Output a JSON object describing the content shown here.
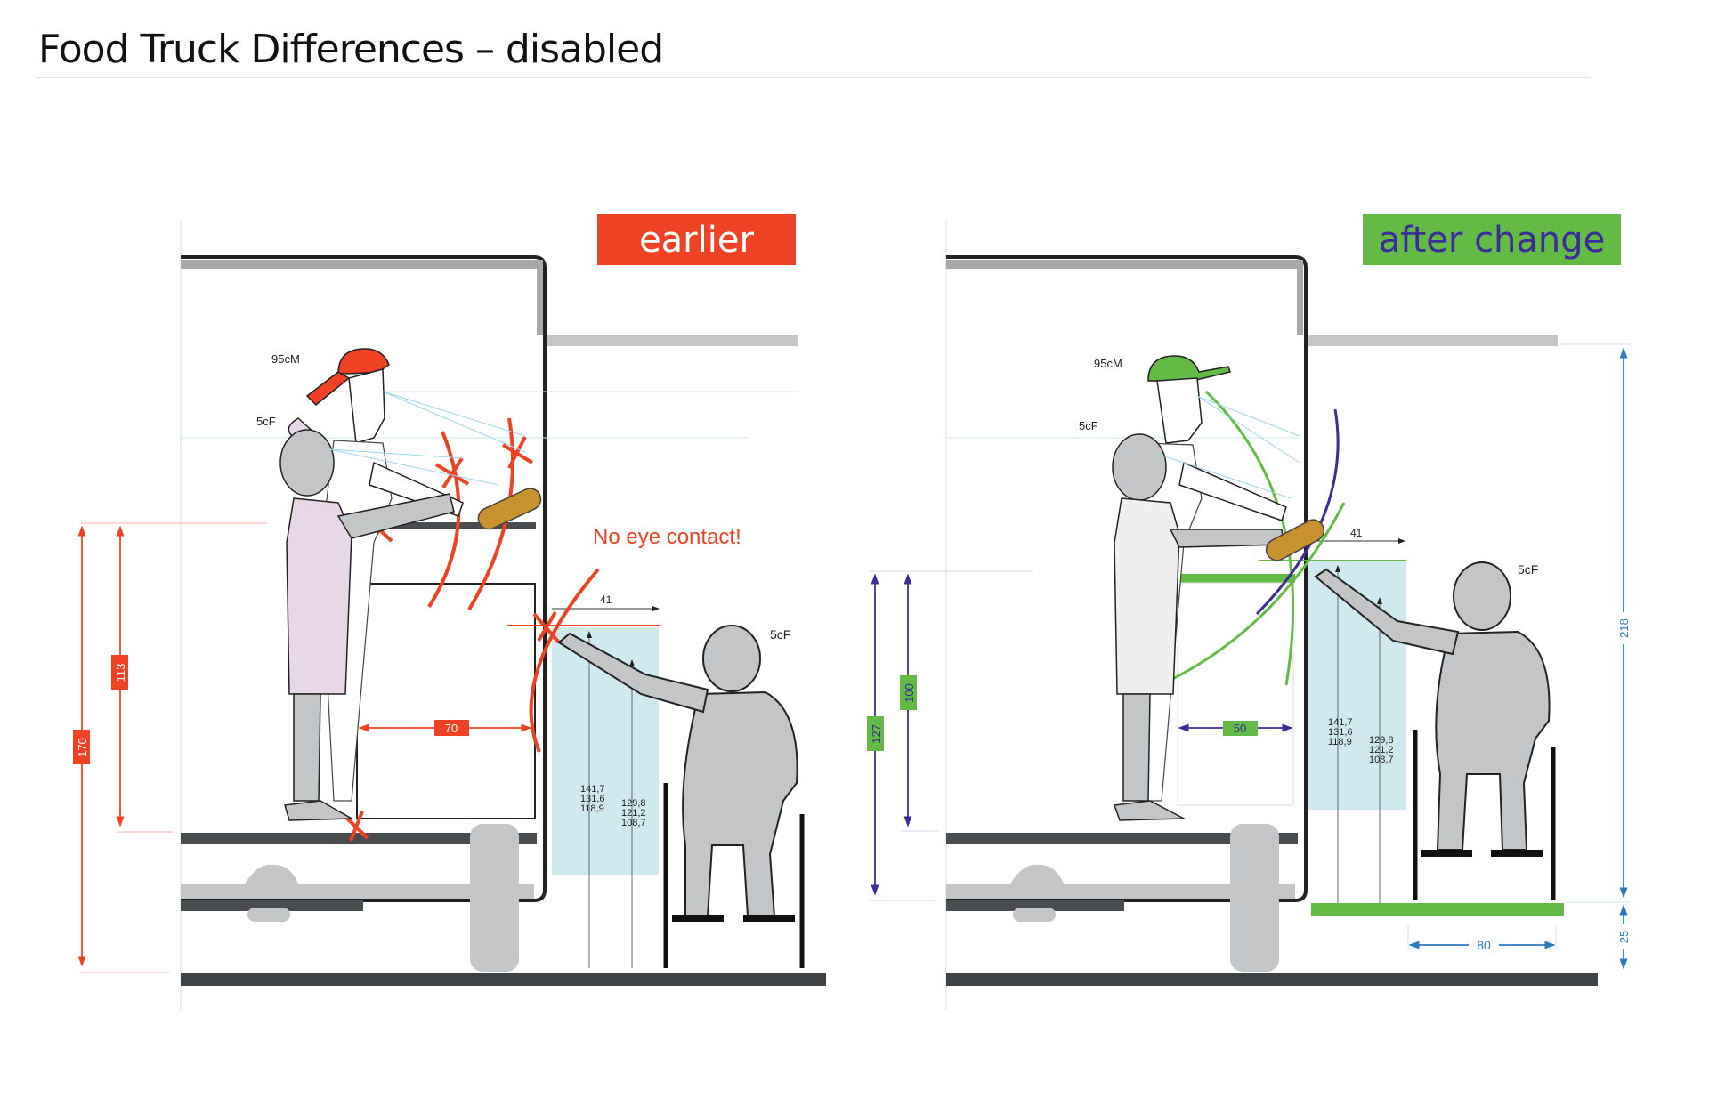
{
  "title": "Food Truck Differences – disabled",
  "colors": {
    "earlier_accent": "#ef4123",
    "after_accent": "#63bb46",
    "after_text": "#3b2c96",
    "dimension_blue": "#2a7bbf",
    "truck_dark": "#4a4d4f",
    "truck_light": "#c4c5c7",
    "reach_zone": "#cfe9ee"
  },
  "panels": {
    "earlier": {
      "label": "earlier",
      "warning": "No eye contact!",
      "figures": {
        "worker_tall": "95cM",
        "worker_short": "5cF",
        "customer": "5cF"
      },
      "dimensions": {
        "total_height": "170",
        "counter_height": "113",
        "counter_depth": "70",
        "reach_offset": "41"
      },
      "reach_values_a": [
        "141,7",
        "131,6",
        "118,9"
      ],
      "reach_values_b": [
        "129,8",
        "121,2",
        "108,7"
      ]
    },
    "after": {
      "label": "after change",
      "figures": {
        "worker_tall": "95cM",
        "worker_short": "5cF",
        "customer": "5cF"
      },
      "dimensions": {
        "total_height": "127",
        "counter_height": "100",
        "counter_depth": "50",
        "reach_offset": "41",
        "awning_height": "218",
        "platform_height": "25",
        "platform_width": "80"
      },
      "reach_values_a": [
        "141,7",
        "131,6",
        "118,9"
      ],
      "reach_values_b": [
        "129,8",
        "121,2",
        "108,7"
      ]
    }
  }
}
